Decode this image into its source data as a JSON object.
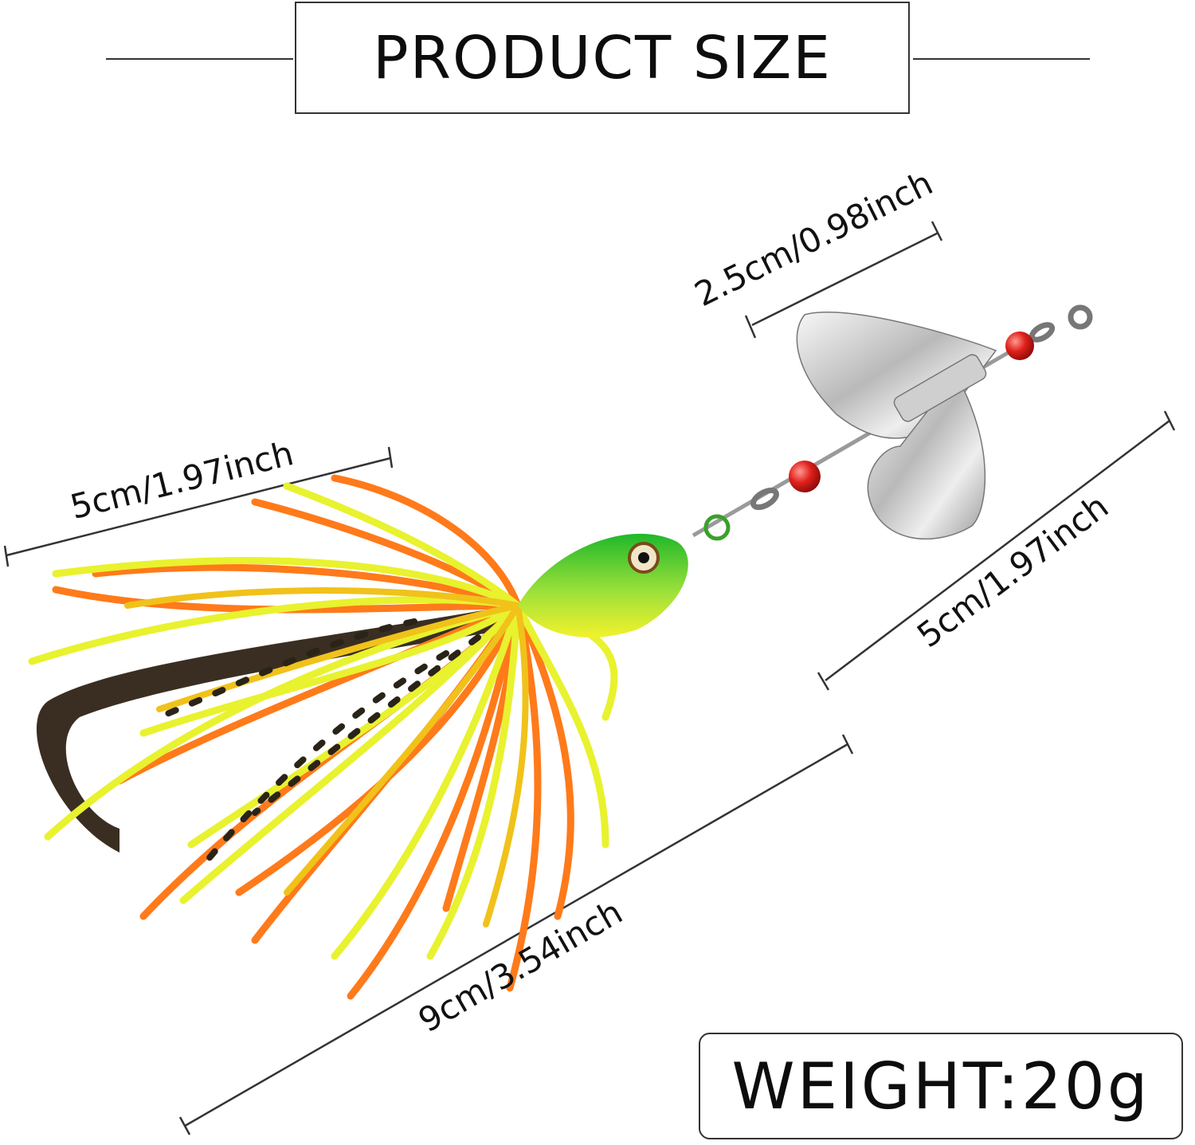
{
  "header": {
    "title": "PRODUCT SIZE"
  },
  "dimensions": {
    "blade_width": "2.5cm/0.98inch",
    "skirt_length": "5cm/1.97inch",
    "blade_length": "5cm/1.97inch",
    "total_length": "9cm/3.54inch"
  },
  "weight": {
    "label": "WEIGHT:20g"
  },
  "colors": {
    "skirt_yellow": "#e8f22e",
    "skirt_orange": "#ff7a1a",
    "head_green": "#3fcf2a",
    "blade_silver": "#d9d9d9",
    "bead_red": "#e0201c",
    "hook": "#3a2e22"
  }
}
